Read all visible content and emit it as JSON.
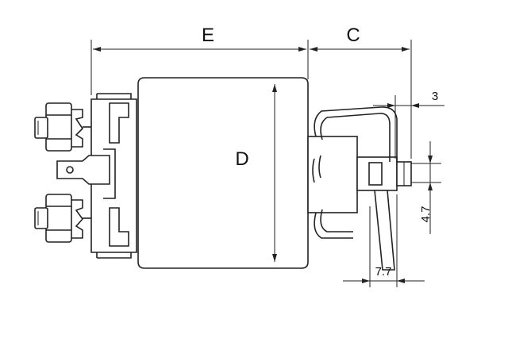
{
  "labels": {
    "e": "E",
    "c": "C",
    "d": "D",
    "d3": "3",
    "d47": "4.7",
    "d77": "7.7"
  }
}
